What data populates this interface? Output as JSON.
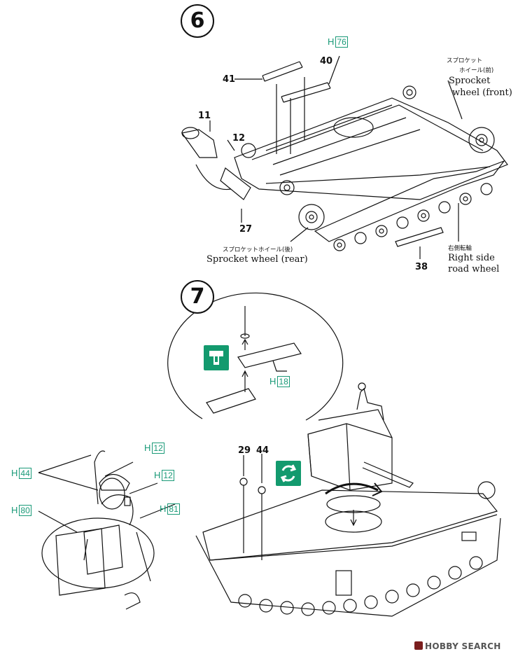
{
  "step6": {
    "number": "6",
    "part_h76": {
      "prefix": "H",
      "num": "76"
    },
    "callouts": {
      "p41": "41",
      "p40": "40",
      "p11": "11",
      "p12": "12",
      "p27": "27",
      "p38": "38"
    },
    "sprocket_front_jp_1": "スプロケット",
    "sprocket_front_jp_2": "ホイール(前)",
    "sprocket_front_en_1": "Sprocket",
    "sprocket_front_en_2": "wheel (front)",
    "sprocket_rear_jp": "スプロケットホイール(後)",
    "sprocket_rear_en": "Sprocket wheel (rear)",
    "road_wheel_jp": "右側転輪",
    "road_wheel_en_1": "Right side",
    "road_wheel_en_2": "road wheel"
  },
  "step7": {
    "number": "7",
    "part_h18": {
      "prefix": "H",
      "num": "18"
    },
    "callouts": {
      "p29": "29",
      "p44": "44"
    },
    "figure_parts": {
      "h44": {
        "prefix": "H",
        "num": "44"
      },
      "h12a": {
        "prefix": "H",
        "num": "12"
      },
      "h12b": {
        "prefix": "H",
        "num": "12"
      },
      "h80": {
        "prefix": "H",
        "num": "80"
      },
      "h81": {
        "prefix": "H",
        "num": "81"
      }
    }
  },
  "icons": {
    "glue_icon": "glue-nozzle-icon",
    "rotate_icon": "rotate-arrows-icon"
  },
  "colors": {
    "part_green": "#1a9a78",
    "badge_green": "#139a6e",
    "ink": "#111111"
  },
  "watermark": {
    "text": "HOBBY SEARCH"
  }
}
